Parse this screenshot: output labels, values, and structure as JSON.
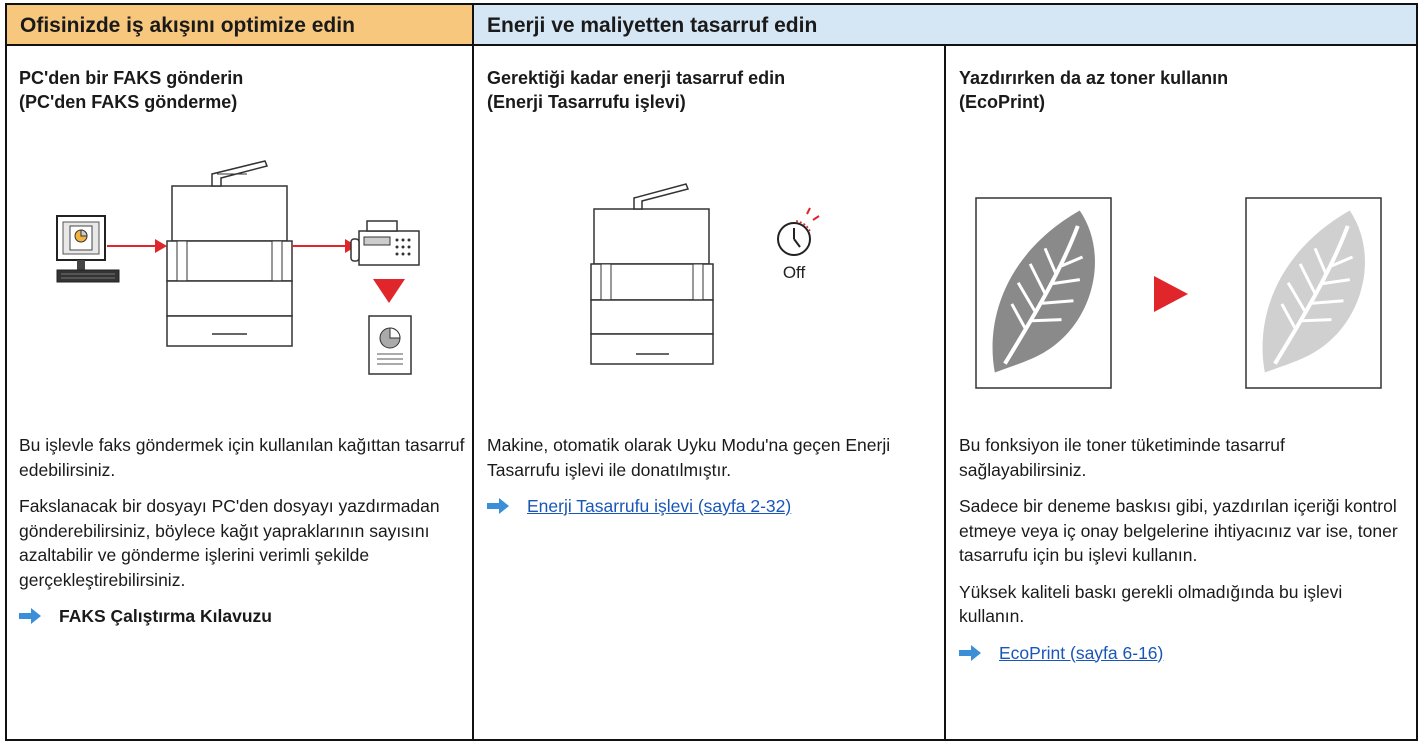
{
  "headers": {
    "left": "Ofisinizde iş akışını optimize edin",
    "right": "Enerji ve maliyetten tasarruf edin"
  },
  "columns": [
    {
      "title": "PC'den bir FAKS gönderin\n(PC'den FAKS gönderme)",
      "paragraphs": [
        "Bu işlevle faks göndermek için kullanılan kağıttan tasarruf edebilirsiniz.",
        "Fakslanacak bir dosyayı PC'den dosyayı yazdırmadan gönderebilirsiniz, böylece kağıt yapraklarının sayısını azaltabilir ve gönderme işlerini verimli şekilde gerçekleştirebilirsiniz."
      ],
      "reference": "FAKS Çalıştırma Kılavuzu"
    },
    {
      "title": "Gerektiği kadar enerji tasarruf edin\n(Enerji Tasarrufu işlevi)",
      "paragraphs": [
        "Makine, otomatik olarak Uyku Modu'na geçen Enerji Tasarrufu işlevi ile donatılmıştır."
      ],
      "reference": "Enerji Tasarrufu işlevi (sayfa 2-32)",
      "illustration_label": "Off"
    },
    {
      "title": "Yazdırırken da az toner kullanın\n(EcoPrint)",
      "paragraphs": [
        "Bu fonksiyon ile toner tüketiminde tasarruf sağlayabilirsiniz.",
        "Sadece bir deneme baskısı gibi, yazdırılan içeriği kontrol etmeye veya iç onay belgelerine ihtiyacınız var ise, toner tasarrufu için bu işlevi kullanın.",
        "Yüksek kaliteli baskı gerekli olmadığında bu işlevi kullanın."
      ],
      "reference": "EcoPrint (sayfa 6-16)"
    }
  ],
  "colors": {
    "header_left_bg": "#f6c77d",
    "header_right_bg": "#d5e6f4",
    "arrow_red": "#e0262a",
    "link_blue": "#1a56b8",
    "pointer_blue": "#3a8fd8"
  },
  "icons": [
    "pc-monitor-icon",
    "printer-icon",
    "fax-machine-icon",
    "document-pie-icon",
    "timer-icon",
    "leaf-page-icon",
    "play-triangle-icon",
    "pointer-arrow-icon"
  ]
}
